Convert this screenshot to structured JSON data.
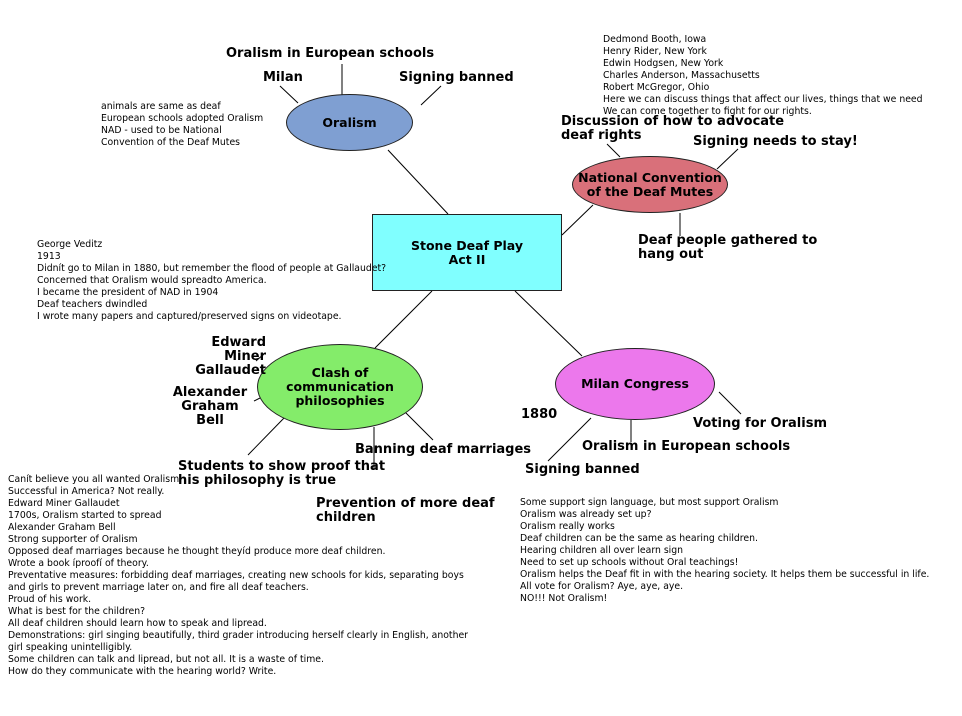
{
  "center": {
    "label": "Stone Deaf Play\nAct II",
    "fill": "#80ffff"
  },
  "nodes": {
    "oralism": {
      "label": "Oralism",
      "fill": "#7f9fd2"
    },
    "nad": {
      "label": "National Convention\nof the Deaf Mutes",
      "fill": "#d9707a"
    },
    "clash": {
      "label": "Clash of\ncommunication\nphilosophies",
      "fill": "#84ec6a"
    },
    "milan": {
      "label": "Milan Congress",
      "fill": "#ec78ec"
    }
  },
  "labels": {
    "oralism_european": "Oralism in European schools",
    "milan": "Milan",
    "signing_banned_top": "Signing banned",
    "discussion": "Discussion of how to advocate\ndeaf rights",
    "signing_stay": "Signing needs to stay!",
    "gathered": "Deaf people gathered to\nhang out",
    "gallaudet": "Edward Miner\nGallaudet",
    "bell": "Alexander\nGraham Bell",
    "students": "Students to show proof that\nhis philosophy is true",
    "banning_marriages": "Banning deaf marriages",
    "prevention": "Prevention of more deaf\nchildren",
    "year_1880": "1880",
    "voting": "Voting for Oralism",
    "oralism_european_2": "Oralism in European schools",
    "signing_banned_bottom": "Signing banned"
  },
  "notes": {
    "oralism_notes": [
      "animals are same as deaf",
      "European schools adopted Oralism",
      "NAD - used to be National",
      "Convention of the Deaf Mutes"
    ],
    "nad_notes": [
      "Dedmond Booth, Iowa",
      "Henry Rider, New York",
      "Edwin Hodgsen, New York",
      "Charles Anderson, Massachusetts",
      "Robert McGregor, Ohio",
      "Here we can discuss things that affect our lives, things that we need",
      "We can come together to fight for our rights."
    ],
    "veditz_notes": [
      "George Veditz",
      "1913",
      "Didnít go to Milan in 1880, but remember the flood of people at Gallaudet?",
      "Concerned that Oralism would spreadto America.",
      "I became the president of NAD in 1904",
      "Deaf teachers dwindled",
      "I wrote many papers and captured/preserved signs on videotape."
    ],
    "clash_notes": [
      "Canít believe you all wanted Oralism.",
      "Successful in America?  Not really.",
      "Edward Miner Gallaudet",
      "1700s, Oralism started to spread",
      "Alexander Graham Bell",
      "Strong supporter of Oralism",
      "Opposed deaf marriages because he thought theyíd produce more deaf children.",
      "Wrote a book íproofí of theory.",
      "Preventative measures: forbidding deaf marriages, creating new schools for kids, separating boys",
      "and girls to prevent marriage later on, and fire all deaf teachers.",
      "Proud of his work.",
      "What is best for the children?",
      "All deaf children should learn how to speak and lipread.",
      "Demonstrations: girl singing beautifully, third grader introducing herself clearly in English, another",
      "girl speaking unintelligibly.",
      "Some children can talk and lipread, but not all.  It is a waste of time.",
      "How do they communicate with the hearing world?  Write."
    ],
    "milan_notes": [
      "Some support sign language, but most support Oralism",
      "Oralism was already set up?",
      "Oralism really works",
      "Deaf children can be the same as hearing children.",
      "Hearing children all over learn sign",
      "Need to set up schools without Oral teachings!",
      "Oralism helps the Deaf fit in with the hearing society.  It helps them be successful in life.",
      "All vote for Oralism?  Aye, aye, aye.",
      "NO!!! Not Oralism!"
    ]
  }
}
